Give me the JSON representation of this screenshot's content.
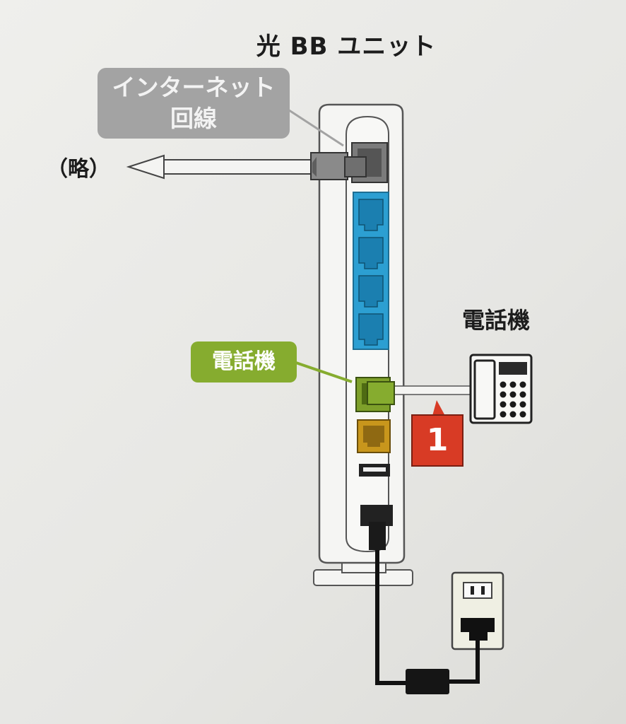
{
  "diagram": {
    "title": "光 BB ユニット",
    "internet_line_label_line1": "インターネット",
    "internet_line_label_line2": "回線",
    "omitted_label": "（略）",
    "phone_callout_label": "電話機",
    "telephone_label": "電話機",
    "step_number": "1"
  },
  "colors": {
    "internet_callout": "#a3a3a3",
    "phone_callout": "#86ac2f",
    "lan_ports": "#2c9fd2",
    "phone_port": "#7ea02a",
    "yellow_port": "#c8961c",
    "step_badge": "#d83b25"
  },
  "icons": {
    "telephone": "telephone-icon",
    "wall_outlet": "power-outlet-icon",
    "arrow": "arrow-left-icon"
  }
}
